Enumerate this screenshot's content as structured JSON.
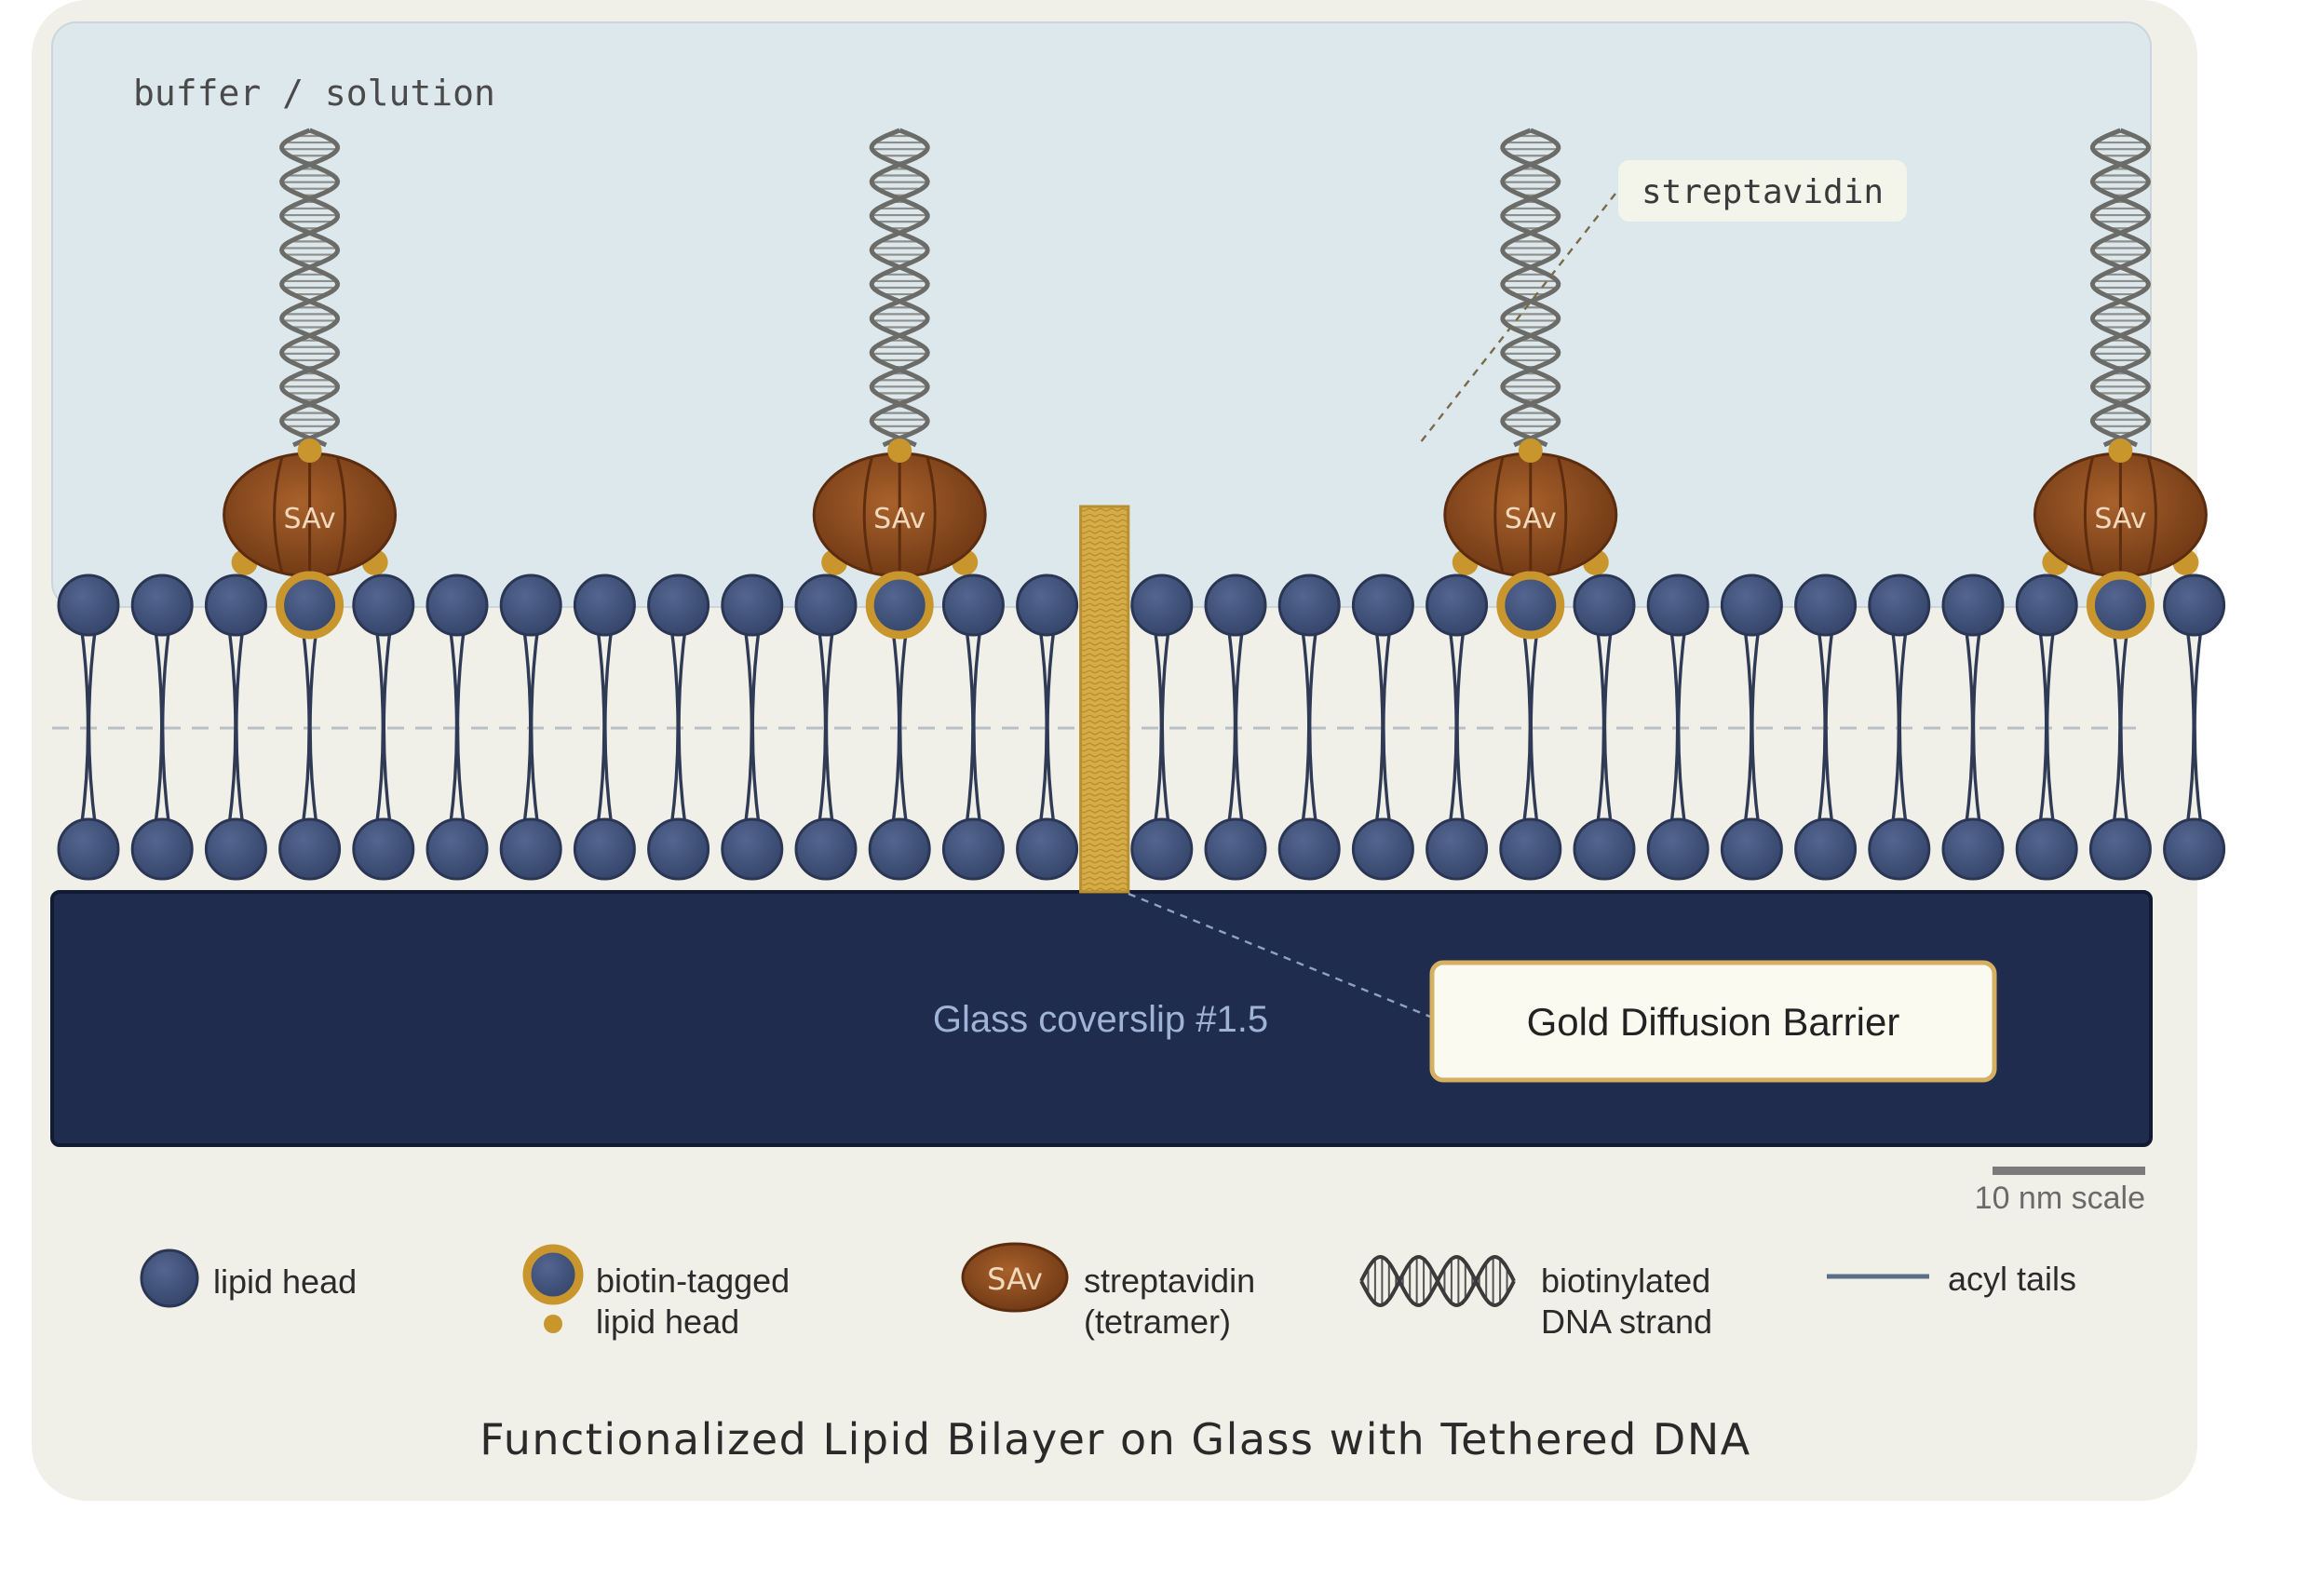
{
  "labels": {
    "buffer": "buffer / solution",
    "streptavidin_callout": "streptavidin",
    "sav_tag": "SAv",
    "glass": "Glass coverslip #1.5",
    "gold_barrier": "Gold Diffusion Barrier",
    "scale": "10 nm scale",
    "title": "Functionalized Lipid Bilayer on Glass with Tethered DNA"
  },
  "legend": {
    "lipid_head": "lipid head",
    "biotin_line1": "biotin-tagged",
    "biotin_line2": "lipid head",
    "sav_symbol": "SAv",
    "sav_line1": "streptavidin",
    "sav_line2": "(tetramer)",
    "dna_line1": "biotinylated",
    "dna_line2": "DNA strand",
    "acyl": "acyl tails"
  },
  "colors": {
    "panel_bg": "#f1f0e8",
    "buffer_bg": "#dde8ec",
    "lipid_head": "#3c4d70",
    "lipid_head_stroke": "#2a3654",
    "biotin_ring": "#c8962c",
    "streptavidin": "#8a4a1f",
    "glass": "#1f2c4d",
    "gold": "#d6ac48",
    "tail": "#2f3a55",
    "dna": "#6b6b68",
    "text_dark": "#2b2b2b",
    "text_glass": "#9fb3d6"
  },
  "structure": {
    "lipids_per_leaflet": 29,
    "gold_barrier_after_lipid": 14,
    "biotin_tagged_lipids": [
      3,
      11,
      19,
      27
    ]
  }
}
